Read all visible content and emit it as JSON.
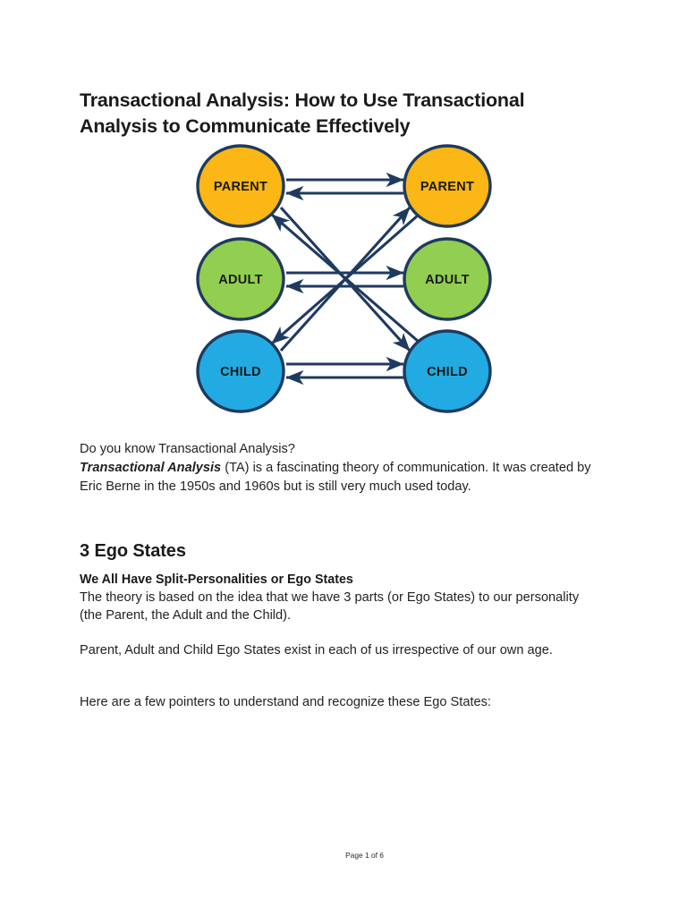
{
  "document": {
    "title": "Transactional Analysis: How to Use Transactional Analysis to Communicate Effectively",
    "footer": "Page 1 of 6"
  },
  "diagram": {
    "name": "transactional-analysis-ego-state-diagram",
    "colors": {
      "parent": "#FAB715",
      "adult": "#92CE4F",
      "child": "#21ABE2",
      "stroke": "#1F3A5F",
      "label": "#1A1A1A"
    },
    "nodes": [
      {
        "id": "parent-left",
        "label": "PARENT",
        "side": "left",
        "row": "parent",
        "color": "#FAB715"
      },
      {
        "id": "adult-left",
        "label": "ADULT",
        "side": "left",
        "row": "adult",
        "color": "#92CE4F"
      },
      {
        "id": "child-left",
        "label": "CHILD",
        "side": "left",
        "row": "child",
        "color": "#21ABE2"
      },
      {
        "id": "parent-right",
        "label": "PARENT",
        "side": "right",
        "row": "parent",
        "color": "#FAB715"
      },
      {
        "id": "adult-right",
        "label": "ADULT",
        "side": "right",
        "row": "adult",
        "color": "#92CE4F"
      },
      {
        "id": "child-right",
        "label": "CHILD",
        "side": "right",
        "row": "child",
        "color": "#21ABE2"
      }
    ],
    "connections": [
      {
        "from": "parent-left",
        "to": "parent-right",
        "kind": "horizontal"
      },
      {
        "from": "parent-right",
        "to": "parent-left",
        "kind": "horizontal"
      },
      {
        "from": "adult-left",
        "to": "adult-right",
        "kind": "horizontal"
      },
      {
        "from": "adult-right",
        "to": "adult-left",
        "kind": "horizontal"
      },
      {
        "from": "child-left",
        "to": "child-right",
        "kind": "horizontal"
      },
      {
        "from": "child-right",
        "to": "child-left",
        "kind": "horizontal"
      },
      {
        "from": "parent-left",
        "to": "child-right",
        "kind": "crossed"
      },
      {
        "from": "child-right",
        "to": "parent-left",
        "kind": "crossed"
      },
      {
        "from": "child-left",
        "to": "parent-right",
        "kind": "crossed"
      },
      {
        "from": "parent-right",
        "to": "child-left",
        "kind": "crossed"
      }
    ]
  },
  "content": {
    "intro_question": "Do you know Transactional Analysis?",
    "intro_term": "Transactional Analysis",
    "intro_rest": " (TA) is a fascinating theory of communication. It was created by Eric Berne in the 1950s and 1960s but is still very much used today.",
    "section_heading": "3 Ego States",
    "sub_heading": "We All Have Split-Personalities or Ego States",
    "para_theory": "The theory is based on the idea that we have 3 parts (or Ego States) to our personality (the Parent, the Adult and the Child).",
    "para_exist": "Parent, Adult and Child Ego States exist in each of us irrespective of our own age.",
    "para_pointers": "Here are a few pointers to understand and recognize these Ego States:"
  }
}
